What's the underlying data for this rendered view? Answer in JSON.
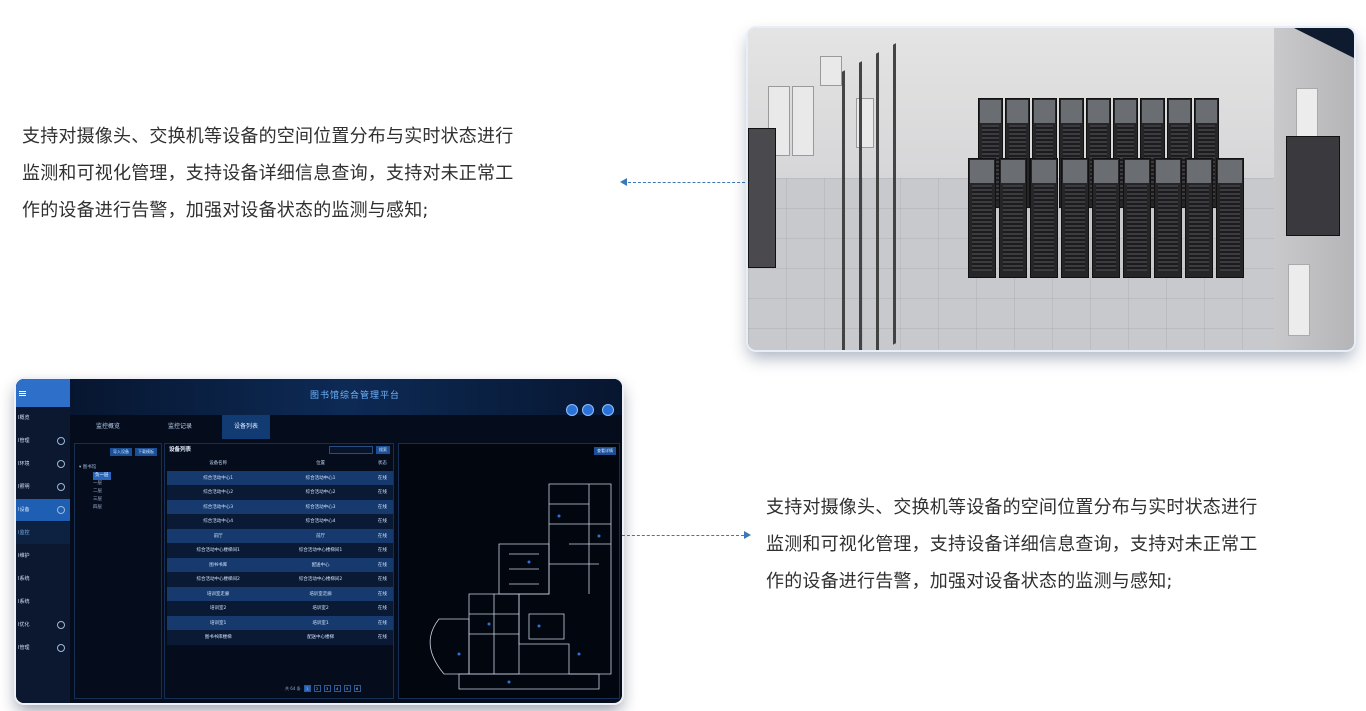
{
  "blocks": [
    {
      "description_lines": [
        "支持对摄像头、交换机等设备的空间位置分布与实时状态进行",
        "监测和可视化管理，支持设备详细信息查询，支持对未正常工",
        "作的设备进行告警，加强对设备状态的监测与感知;"
      ]
    },
    {
      "description_lines": [
        "支持对摄像头、交换机等设备的空间位置分布与实时状态进行",
        "监测和可视化管理，支持设备详细信息查询，支持对未正常工",
        "作的设备进行告警，加强对设备状态的监测与感知;"
      ]
    }
  ],
  "dashboard": {
    "title": "图书馆综合管理平台",
    "sidebar": [
      {
        "label": "I概览",
        "chevron": false
      },
      {
        "label": "I管理",
        "chevron": true
      },
      {
        "label": "I环境",
        "chevron": true
      },
      {
        "label": "I照明",
        "chevron": true
      },
      {
        "label": "I设备",
        "chevron": true,
        "active": true
      },
      {
        "label": "I监控",
        "chevron": false,
        "sub": true
      },
      {
        "label": "I维护",
        "chevron": false
      },
      {
        "label": "I系统",
        "chevron": false
      },
      {
        "label": "I系统",
        "chevron": false
      },
      {
        "label": "I优化",
        "chevron": true
      },
      {
        "label": "I管理",
        "chevron": true
      }
    ],
    "tabs": [
      "监控概览",
      "监控记录",
      "设备列表"
    ],
    "active_tab": 2,
    "tree_buttons": [
      "导入设备",
      "下载模板"
    ],
    "tree": [
      "▾ 图书馆",
      "负一层",
      "一层",
      "二层",
      "三层",
      "四层"
    ],
    "list_title": "设备列表",
    "search_button": "搜索",
    "columns": [
      "设备名称",
      "位置",
      "状态"
    ],
    "rows": [
      [
        "综合活动中心1",
        "综合活动中心1",
        "在线"
      ],
      [
        "综合活动中心2",
        "综合活动中心2",
        "在线"
      ],
      [
        "综合活动中心3",
        "综合活动中心3",
        "在线"
      ],
      [
        "综合活动中心4",
        "综合活动中心4",
        "在线"
      ],
      [
        "前厅",
        "前厅",
        "在线"
      ],
      [
        "综合活动中心楼梯间1",
        "综合活动中心楼梯间1",
        "在线"
      ],
      [
        "图书书库",
        "配送中心",
        "在线"
      ],
      [
        "综合活动中心楼梯间2",
        "综合活动中心楼梯间2",
        "在线"
      ],
      [
        "培训室走廊",
        "培训室走廊",
        "在线"
      ],
      [
        "培训室2",
        "培训室2",
        "在线"
      ],
      [
        "培训室1",
        "培训室1",
        "在线"
      ],
      [
        "图书书库楼梯",
        "配送中心楼梯",
        "在线"
      ]
    ],
    "pagination": {
      "total_text": "共 64 条",
      "pages": [
        "1",
        "2",
        "3",
        "4",
        "5",
        "6"
      ]
    },
    "plan_button": "查看详情"
  },
  "colors": {
    "connector": "#3c77b8",
    "dashboard_bg": "#050d1c",
    "accent_blue": "#2a66bd"
  }
}
